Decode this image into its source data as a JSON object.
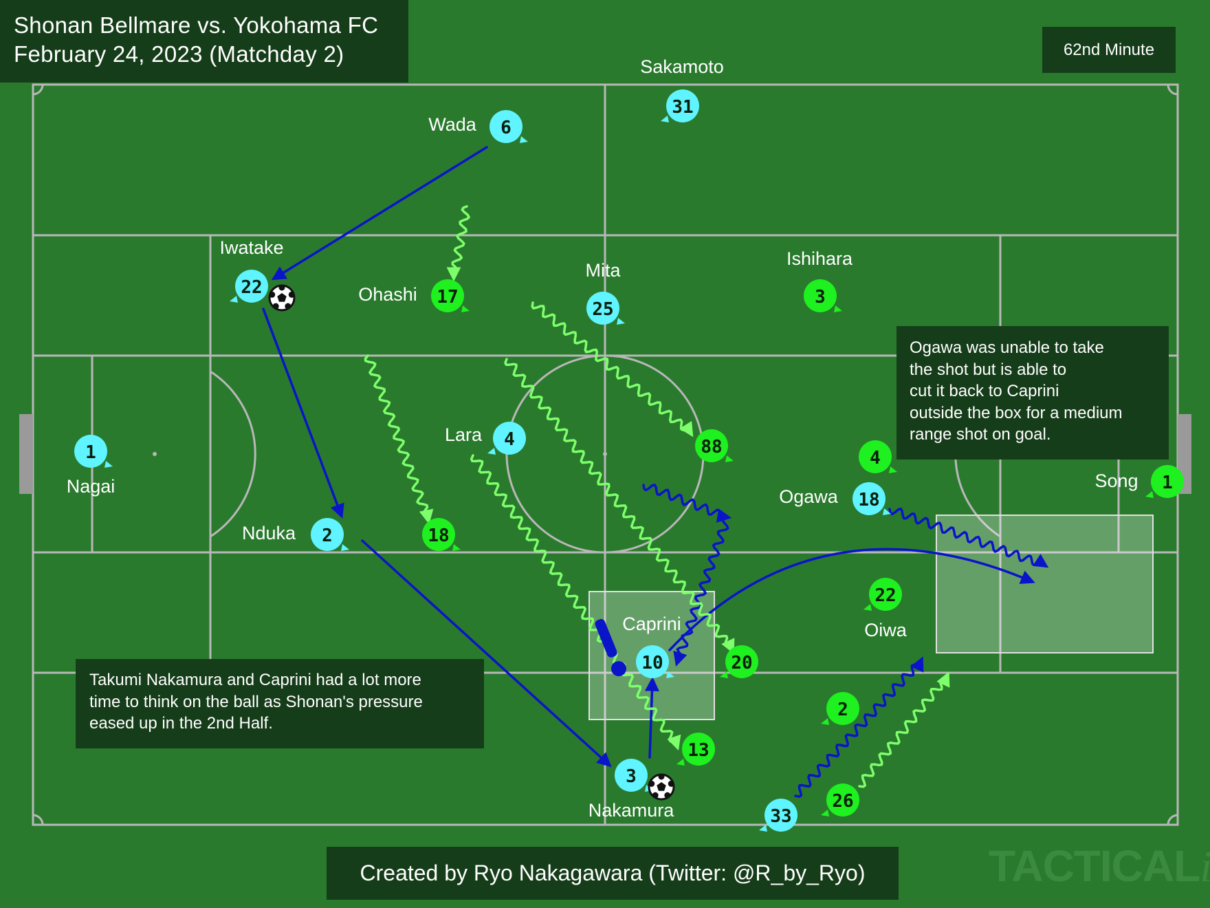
{
  "header": {
    "title_line1": "Shonan Bellmare vs. Yokohama FC",
    "title_line2": "February 24, 2023 (Matchday 2)",
    "minute": "62nd Minute"
  },
  "notes": {
    "right": [
      "Ogawa was unable to take",
      "the shot but is able to",
      "cut it back to Caprini",
      "outside the box for a medium",
      "range shot on goal."
    ],
    "left": [
      "Takumi Nakamura and Caprini had a lot more",
      "time to think on the ball as Shonan's pressure",
      "eased up in the 2nd Half."
    ]
  },
  "footer": {
    "credit": "Created by Ryo Nakagawara (Twitter: @R_by_Ryo)",
    "watermark_main": "TACTICAL",
    "watermark_italic": "ista"
  },
  "colors": {
    "pitch": "#2a7a2e",
    "yokohama": "#5ff4ff",
    "shonan": "#1ff01f",
    "pass_arrow": "#0a14c8",
    "shonan_run": "#7dff6b",
    "panel": "#163d1a"
  },
  "teams": {
    "yokohama": {
      "players": [
        {
          "number": "31",
          "name": "Sakamoto"
        },
        {
          "number": "6",
          "name": "Wada"
        },
        {
          "number": "22",
          "name": "Iwatake",
          "has_ball": true
        },
        {
          "number": "25",
          "name": "Mita"
        },
        {
          "number": "4",
          "name": "Lara"
        },
        {
          "number": "1",
          "name": "Nagai"
        },
        {
          "number": "2",
          "name": "Nduka"
        },
        {
          "number": "10",
          "name": "Caprini"
        },
        {
          "number": "3",
          "name": "Nakamura",
          "has_ball": true
        },
        {
          "number": "18",
          "name": "Ogawa"
        },
        {
          "number": "33",
          "name": ""
        }
      ]
    },
    "shonan": {
      "players": [
        {
          "number": "17",
          "name": "Ohashi"
        },
        {
          "number": "3",
          "name": "Ishihara"
        },
        {
          "number": "88",
          "name": ""
        },
        {
          "number": "18",
          "name": ""
        },
        {
          "number": "4",
          "name": ""
        },
        {
          "number": "1",
          "name": "Song"
        },
        {
          "number": "22",
          "name": "Oiwa"
        },
        {
          "number": "20",
          "name": ""
        },
        {
          "number": "13",
          "name": ""
        },
        {
          "number": "2",
          "name": ""
        },
        {
          "number": "26",
          "name": ""
        }
      ]
    }
  }
}
